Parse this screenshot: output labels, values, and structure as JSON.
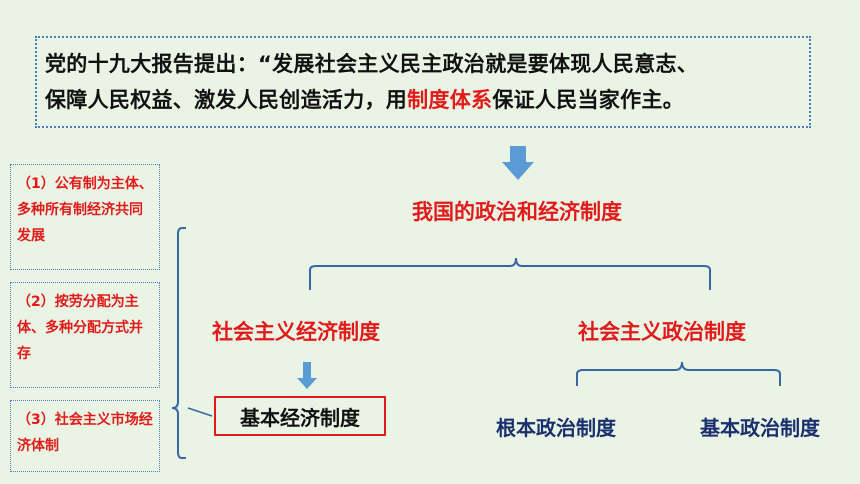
{
  "quote": {
    "line1": "党的十九大报告提出：“发展社会主义民主政治就是要体现人民意志、",
    "line2_pre": "保障人民权益、激发人民创造活力，用",
    "line2_highlight": "制度体系",
    "line2_post": "保证人民当家作主。"
  },
  "top_node": "我国的政治和经济制度",
  "economic_system": "社会主义经济制度",
  "political_system": "社会主义政治制度",
  "basic_economic_system": "基本经济制度",
  "fundamental_political_system": "根本政治制度",
  "basic_political_system": "基本政治制度",
  "side_items": [
    "（1）公有制为主体、多种所有制经济共同发展",
    "（2）按劳分配为主体、多种分配方式并存",
    "（3）社会主义市场经济体制"
  ],
  "colors": {
    "background": "#e9f4e4",
    "highlight_red": "#e11b1b",
    "arrow_blue": "#5b9bd5",
    "navy_text": "#1b2e6e",
    "brace_blue": "#3a66a8"
  },
  "icons": [
    "down-arrow-icon",
    "brace-icon"
  ]
}
